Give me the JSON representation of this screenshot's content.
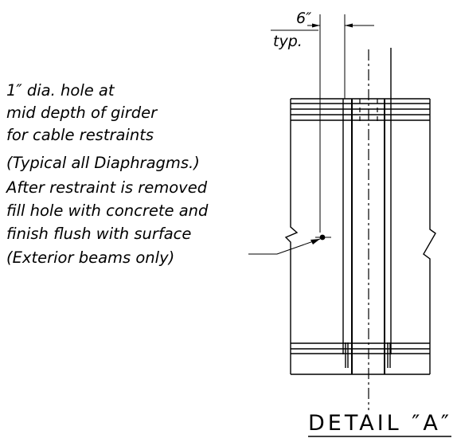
{
  "dimension": {
    "value": "6″",
    "label": "typ."
  },
  "note_lines": [
    "1″ dia. hole at",
    "mid depth of girder",
    "for cable restraints",
    "(Typical all Diaphragms.)",
    "After restraint is removed",
    "fill hole with concrete and",
    "finish flush with surface",
    "(Exterior beams only)"
  ],
  "detail_title": "DETAIL ″A″"
}
